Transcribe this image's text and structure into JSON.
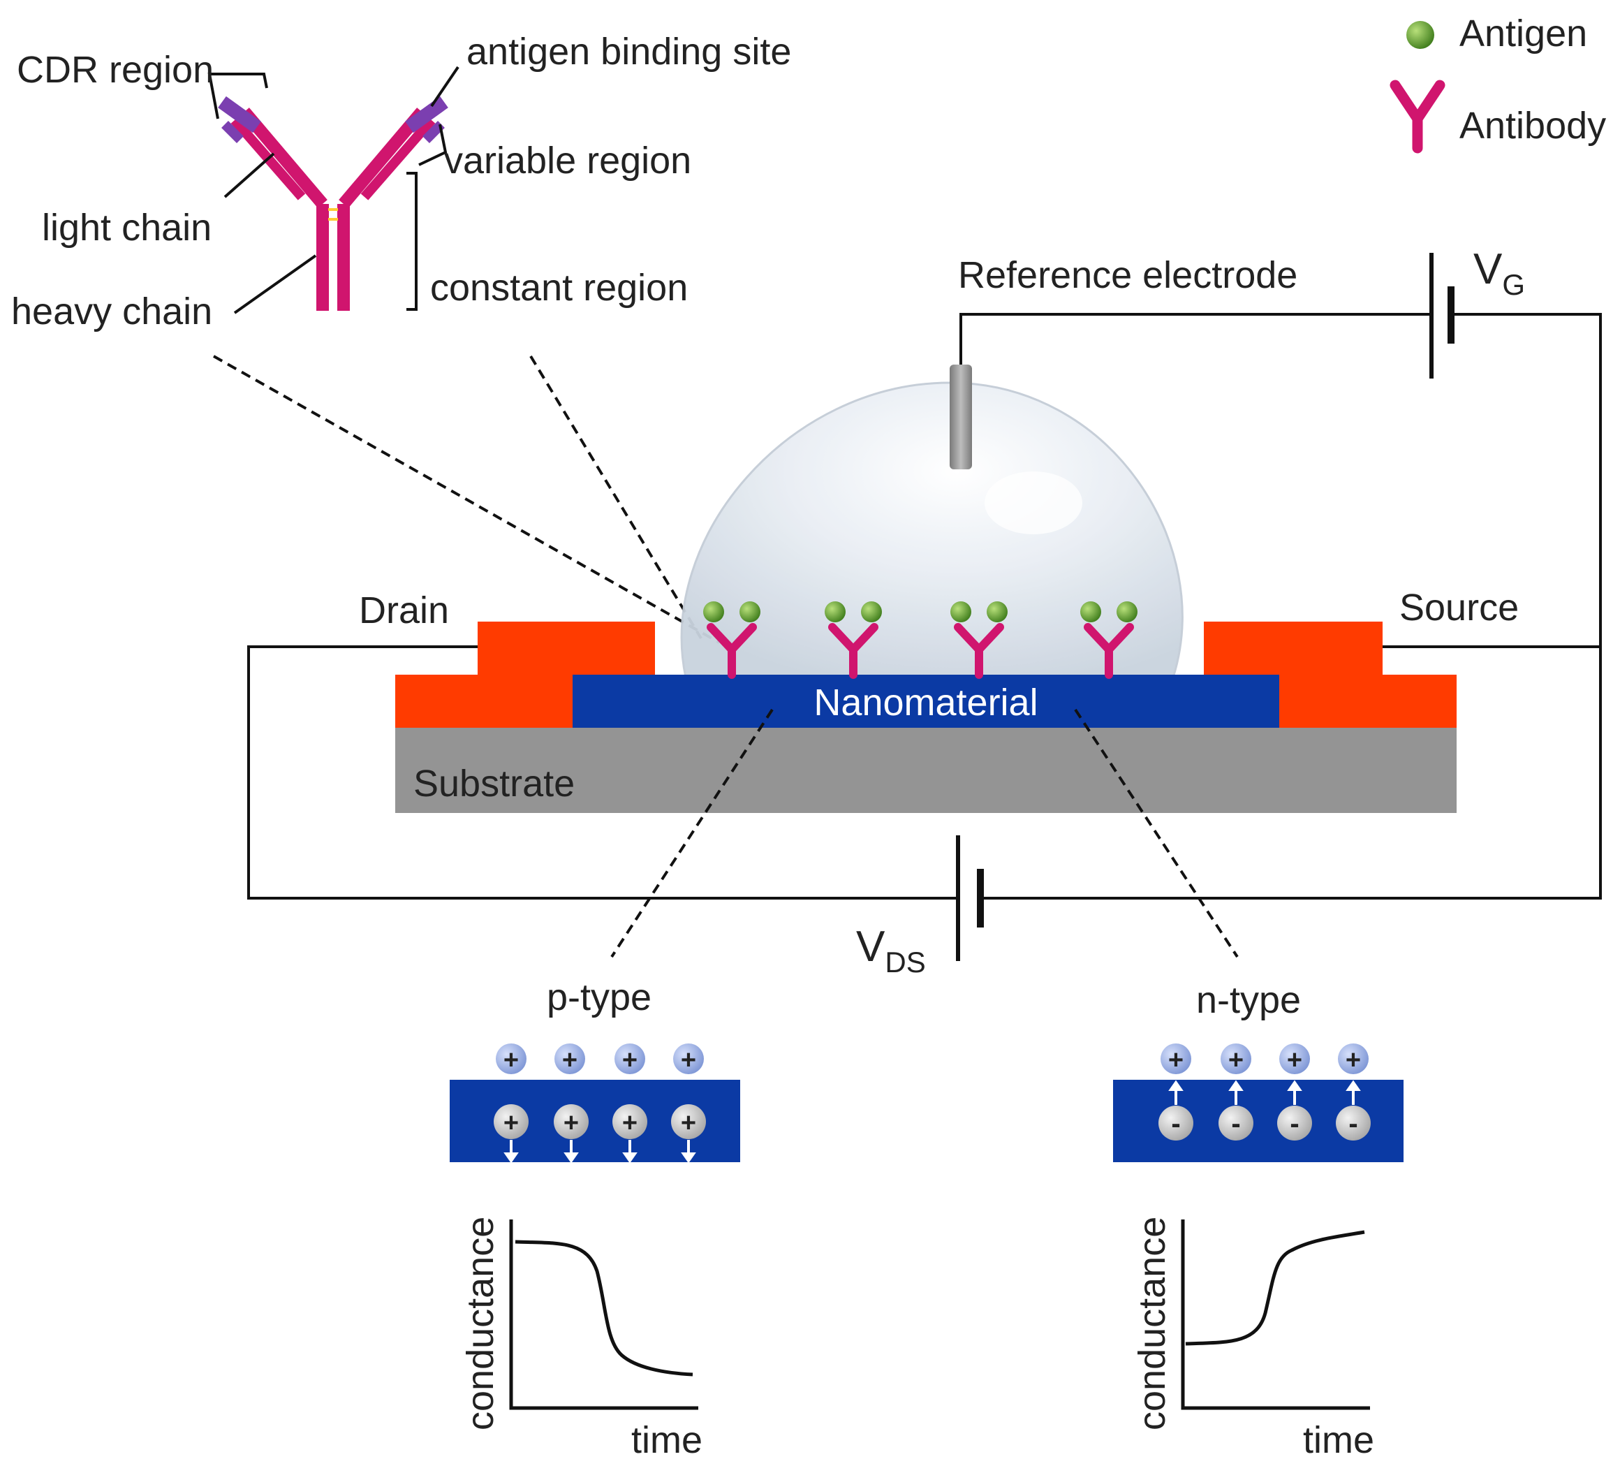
{
  "legend": {
    "antigen": "Antigen",
    "antibody": "Antibody"
  },
  "antibody_diagram": {
    "cdr_region": "CDR region",
    "antigen_binding_site": "antigen binding site",
    "variable_region": "variable region",
    "light_chain": "light chain",
    "heavy_chain": "heavy chain",
    "constant_region": "constant region"
  },
  "device": {
    "reference_electrode": "Reference electrode",
    "vg_main": "V",
    "vg_sub": "G",
    "drain": "Drain",
    "source": "Source",
    "nanomaterial": "Nanomaterial",
    "substrate": "Substrate",
    "vds_main": "V",
    "vds_sub": "DS"
  },
  "p_type": {
    "title": "p-type",
    "surface_charges": [
      "+",
      "+",
      "+",
      "+"
    ],
    "inner_charges": [
      "+",
      "+",
      "+",
      "+"
    ],
    "ylabel": "conductance",
    "xlabel": "time"
  },
  "n_type": {
    "title": "n-type",
    "surface_charges": [
      "+",
      "+",
      "+",
      "+"
    ],
    "inner_charges": [
      "-",
      "-",
      "-",
      "-"
    ],
    "ylabel": "conductance",
    "xlabel": "time"
  },
  "colors": {
    "antibody": "#d0156e",
    "cdr": "#7b3fb0",
    "antigen": "#5a9e2e",
    "electrode": "#ff3b00",
    "nanomaterial": "#0b3aa4",
    "substrate": "#949494",
    "charge_surface": "#9bb0e6",
    "charge_inner": "#cfcfcf",
    "droplet": "#dde6ef"
  }
}
